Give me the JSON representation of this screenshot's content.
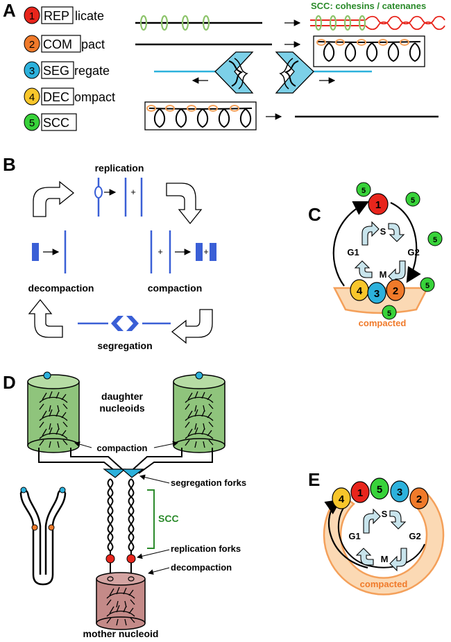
{
  "colors": {
    "step1": "#e8251c",
    "step2": "#f07a2a",
    "step3": "#2cb1dc",
    "step4": "#f8c62b",
    "step5": "#38d23a",
    "dna_blue": "#3a5fd6",
    "cohesin_green": "#8cc46a",
    "scc_green": "#2a8a2a",
    "compacted_orange": "#f4a05a",
    "compacted_fill": "#fbd9b4",
    "nucleoid_green": "#8fc47c",
    "nucleoid_mother": "#c48a88",
    "cycle_arrow_fill": "#c8e4ec"
  },
  "panels": {
    "a": {
      "letter": "A",
      "scc_header": "SCC: cohesins / catenanes",
      "steps": [
        {
          "num": "1",
          "boxed": "REP",
          "rest": "licate"
        },
        {
          "num": "2",
          "boxed": "COM",
          "rest": "pact"
        },
        {
          "num": "3",
          "boxed": "SEG",
          "rest": "regate"
        },
        {
          "num": "4",
          "boxed": "DEC",
          "rest": "ompact"
        },
        {
          "num": "5",
          "boxed": "SCC",
          "rest": ""
        }
      ]
    },
    "b": {
      "letter": "B",
      "replication": "replication",
      "compaction": "compaction",
      "segregation": "segregation",
      "decompaction": "decompaction",
      "plus": "+"
    },
    "c": {
      "letter": "C",
      "s": "S",
      "g1": "G1",
      "g2": "G2",
      "m": "M",
      "compacted": "compacted",
      "n1": "1",
      "n2": "2",
      "n3": "3",
      "n4": "4",
      "n5": "5"
    },
    "d": {
      "letter": "D",
      "daughter": "daughter",
      "nucleoids": "nucleoids",
      "compaction": "compaction",
      "segregation_forks": "segregation forks",
      "scc": "SCC",
      "replication_forks": "replication forks",
      "decompaction": "decompaction",
      "mother_nucleoid": "mother nucleoid"
    },
    "e": {
      "letter": "E",
      "s": "S",
      "g1": "G1",
      "g2": "G2",
      "m": "M",
      "compacted": "compacted",
      "n1": "1",
      "n2": "2",
      "n3": "3",
      "n4": "4",
      "n5": "5"
    }
  }
}
